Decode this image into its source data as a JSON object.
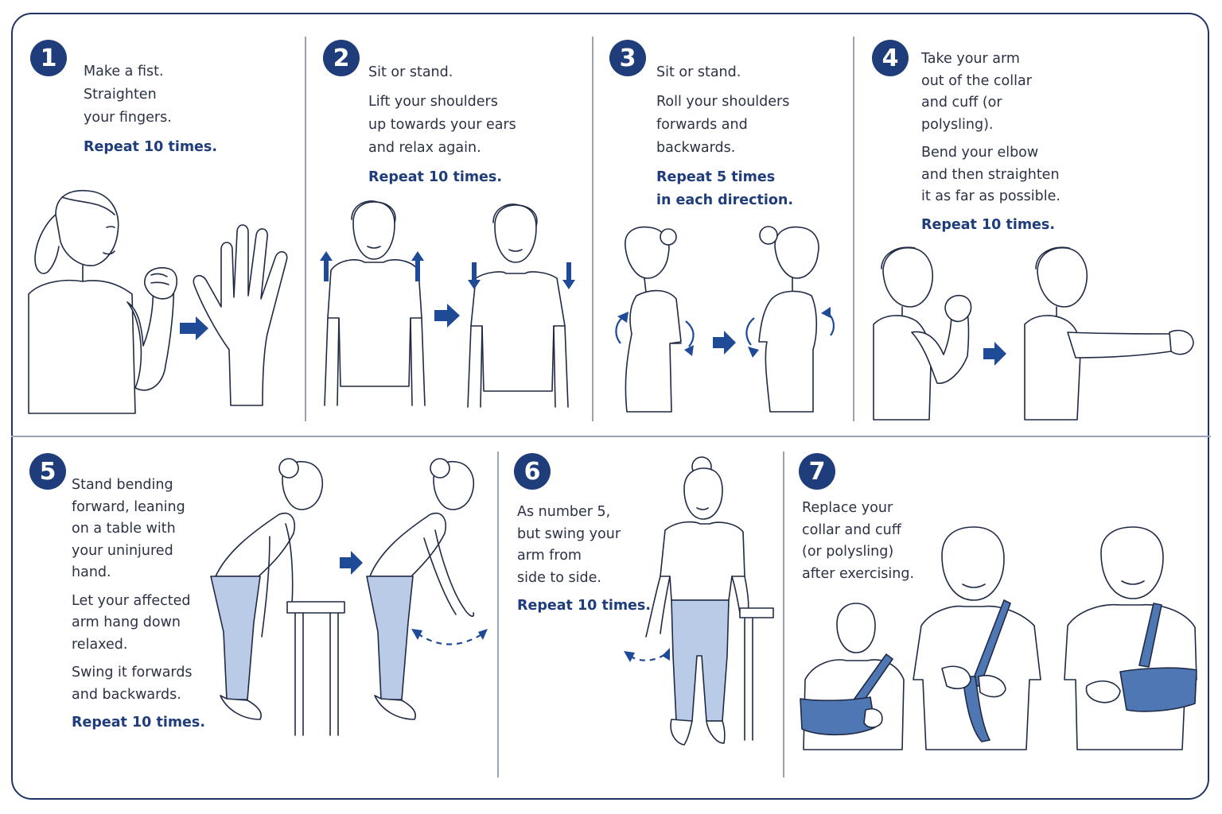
{
  "steps": [
    {
      "number": "1",
      "lines": [
        "Make a fist.\nStraighten\nyour fingers."
      ],
      "repeat": "Repeat 10 times."
    },
    {
      "number": "2",
      "lines": [
        "Sit or stand.",
        "Lift your shoulders\nup towards your ears\nand relax again."
      ],
      "repeat": "Repeat 10 times."
    },
    {
      "number": "3",
      "lines": [
        "Sit or stand.",
        "Roll your shoulders\nforwards and\nbackwards."
      ],
      "repeat": "Repeat 5 times\nin each direction."
    },
    {
      "number": "4",
      "lines": [
        "Take your arm\nout of the collar\nand cuff (or\npolysling).",
        "Bend your elbow\nand then straighten\nit as far as possible."
      ],
      "repeat": "Repeat 10 times."
    },
    {
      "number": "5",
      "lines": [
        "Stand bending\nforward, leaning\non a table with\nyour uninjured\nhand.",
        "Let your affected\narm hang down\nrelaxed.",
        "Swing it forwards\nand backwards."
      ],
      "repeat": "Repeat 10 times."
    },
    {
      "number": "6",
      "lines": [
        "As number 5,\nbut swing your\narm from\nside to side."
      ],
      "repeat": "Repeat 10 times."
    },
    {
      "number": "7",
      "lines": [
        "Replace your\ncollar and cuff\n(or polysling)\nafter exercising."
      ],
      "repeat": ""
    }
  ],
  "colors": {
    "accent": "#1f3d7a",
    "border": "#1f3566",
    "arrow": "#1f4a96",
    "clothing_blue": "#b9cbe6",
    "sling_blue": "#4f77b3"
  },
  "icons": [
    "arrow-right-icon",
    "arrow-up-icon",
    "arrow-down-icon",
    "rotate-arrow-icon",
    "swing-arrow-icon"
  ]
}
